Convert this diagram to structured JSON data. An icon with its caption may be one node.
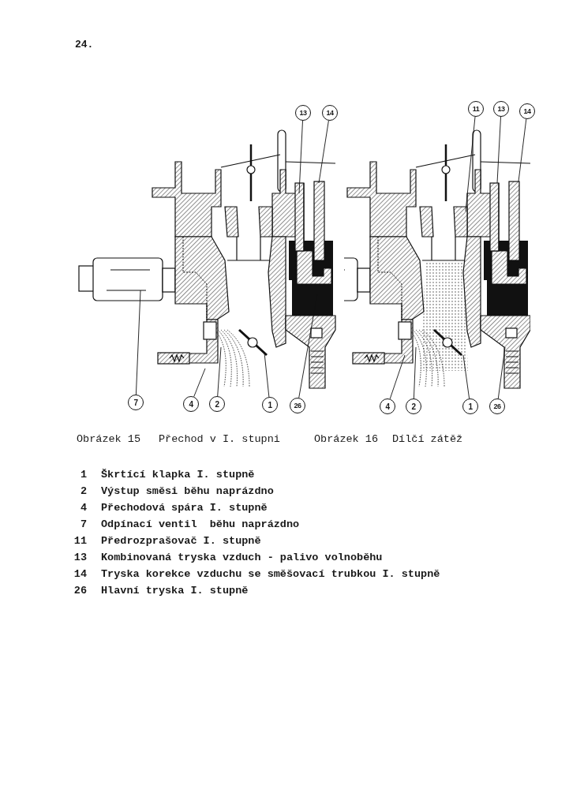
{
  "diagram": {
    "nodes": [
      {
        "text": [
          "13"
        ]
      },
      {
        "text": [
          "14"
        ]
      },
      {
        "text": [
          "11"
        ]
      },
      {
        "text": [
          "13"
        ]
      },
      {
        "text": [
          "14"
        ]
      },
      {
        "text": [
          "7"
        ]
      },
      {
        "text": [
          "4"
        ]
      },
      {
        "text": [
          "2"
        ]
      },
      {
        "text": [
          "1"
        ]
      },
      {
        "text": [
          "26"
        ]
      },
      {
        "text": [
          "4"
        ]
      },
      {
        "text": [
          "2"
        ]
      },
      {
        "text": [
          "1"
        ]
      },
      {
        "text": [
          "26"
        ]
      }
    ],
    "edges": [
      {
        "from": 0,
        "to": null,
        "arrow": "none"
      },
      {
        "from": 1,
        "to": null,
        "arrow": "none"
      },
      {
        "from": 2,
        "to": null,
        "arrow": "none"
      },
      {
        "from": 3,
        "to": null,
        "arrow": "none"
      },
      {
        "from": 4,
        "to": null,
        "arrow": "none"
      },
      {
        "from": 5,
        "to": null,
        "arrow": "none"
      },
      {
        "from": 6,
        "to": null,
        "arrow": "none"
      },
      {
        "from": 7,
        "to": null,
        "arrow": "none"
      },
      {
        "from": 8,
        "to": null,
        "arrow": "none"
      },
      {
        "from": 9,
        "to": null,
        "arrow": "none"
      },
      {
        "from": 10,
        "to": null,
        "arrow": "none"
      },
      {
        "from": 11,
        "to": null,
        "arrow": "none"
      },
      {
        "from": 12,
        "to": null,
        "arrow": "none"
      },
      {
        "from": 13,
        "to": null,
        "arrow": "none"
      }
    ],
    "labels": [
      "24.",
      "Obrázek 15",
      "Přechod v I. stupni",
      "Obrázek 16",
      "Dílčí zátěž",
      "1",
      "Škrtící klapka I. stupně",
      "2",
      "Výstup směsi běhu naprázdno",
      "4",
      "Přechodová spára I. stupně",
      "7",
      "Odpínací ventil  běhu naprázdno",
      "11",
      "Předrozprašovač I. stupně",
      "13",
      "Kombinovaná tryska vzduch - palivo volnoběhu",
      "14",
      "Tryska korekce vzduchu se směšovací trubkou I. stupně",
      "26",
      "Hlavní tryska I. stupně"
    ]
  }
}
